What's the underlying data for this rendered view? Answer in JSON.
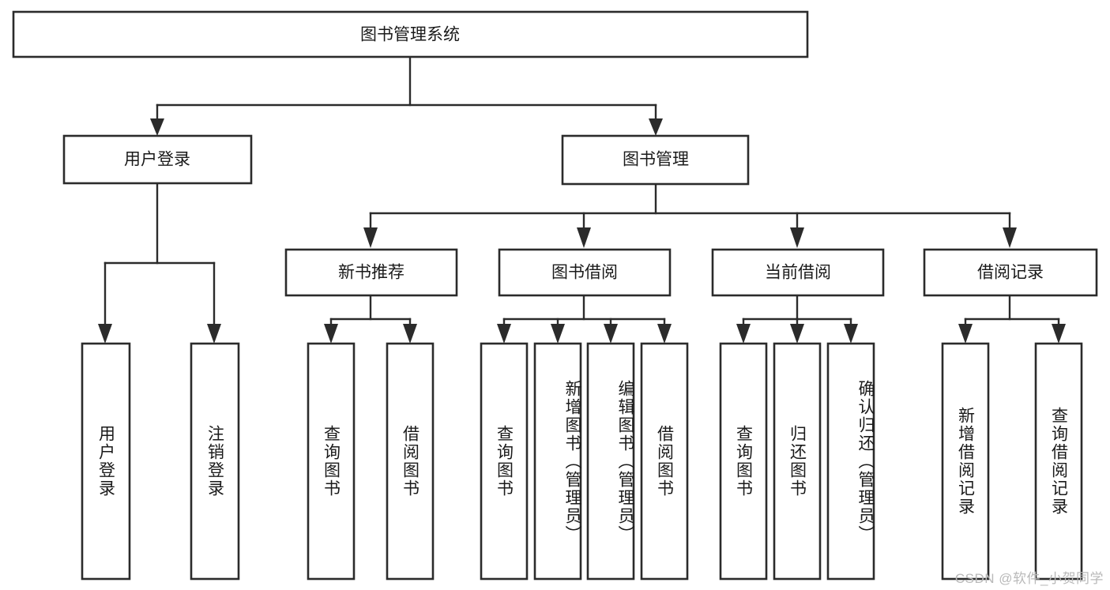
{
  "diagram": {
    "title": "图书管理系统",
    "type": "tree-hierarchy-chart",
    "root": {
      "id": "root",
      "label": "图书管理系统",
      "orientation": "horizontal"
    },
    "level2": [
      {
        "id": "user-login",
        "label": "用户登录",
        "orientation": "horizontal"
      },
      {
        "id": "book-management",
        "label": "图书管理",
        "orientation": "horizontal"
      }
    ],
    "level3": [
      {
        "id": "new-book-recommend",
        "label": "新书推荐",
        "orientation": "horizontal",
        "parent": "book-management"
      },
      {
        "id": "book-borrow",
        "label": "图书借阅",
        "orientation": "horizontal",
        "parent": "book-management"
      },
      {
        "id": "current-borrow",
        "label": "当前借阅",
        "orientation": "horizontal",
        "parent": "book-management"
      },
      {
        "id": "borrow-record",
        "label": "借阅记录",
        "orientation": "horizontal",
        "parent": "book-management"
      }
    ],
    "leaves": [
      {
        "id": "leaf-user-login",
        "label": "用户登录",
        "parent": "user-login",
        "orientation": "vertical"
      },
      {
        "id": "leaf-user-logout",
        "label": "注销登录",
        "parent": "user-login",
        "orientation": "vertical"
      },
      {
        "id": "leaf-query-book-1",
        "label": "查询图书",
        "parent": "new-book-recommend",
        "orientation": "vertical"
      },
      {
        "id": "leaf-borrow-book-1",
        "label": "借阅图书",
        "parent": "new-book-recommend",
        "orientation": "vertical"
      },
      {
        "id": "leaf-query-book-2",
        "label": "查询图书",
        "parent": "book-borrow",
        "orientation": "vertical"
      },
      {
        "id": "leaf-add-book",
        "label": "新增图书（管理员）",
        "parent": "book-borrow",
        "orientation": "vertical"
      },
      {
        "id": "leaf-edit-book",
        "label": "编辑图书（管理员）",
        "parent": "book-borrow",
        "orientation": "vertical"
      },
      {
        "id": "leaf-borrow-book-2",
        "label": "借阅图书",
        "parent": "book-borrow",
        "orientation": "vertical"
      },
      {
        "id": "leaf-query-book-3",
        "label": "查询图书",
        "parent": "current-borrow",
        "orientation": "vertical"
      },
      {
        "id": "leaf-return-book",
        "label": "归还图书",
        "parent": "current-borrow",
        "orientation": "vertical"
      },
      {
        "id": "leaf-confirm-return",
        "label": "确认归还（管理员）",
        "parent": "current-borrow",
        "orientation": "vertical"
      },
      {
        "id": "leaf-add-record",
        "label": "新增借阅记录",
        "parent": "borrow-record",
        "orientation": "vertical"
      },
      {
        "id": "leaf-query-record",
        "label": "查询借阅记录",
        "parent": "borrow-record",
        "orientation": "vertical"
      }
    ],
    "watermark": "CSDN @软件_小贺同学",
    "colors": {
      "box_stroke": "#2b2b2b",
      "box_fill": "#ffffff",
      "text": "#1a1a1a",
      "background": "#ffffff",
      "watermark": "#b9b9b9"
    }
  }
}
